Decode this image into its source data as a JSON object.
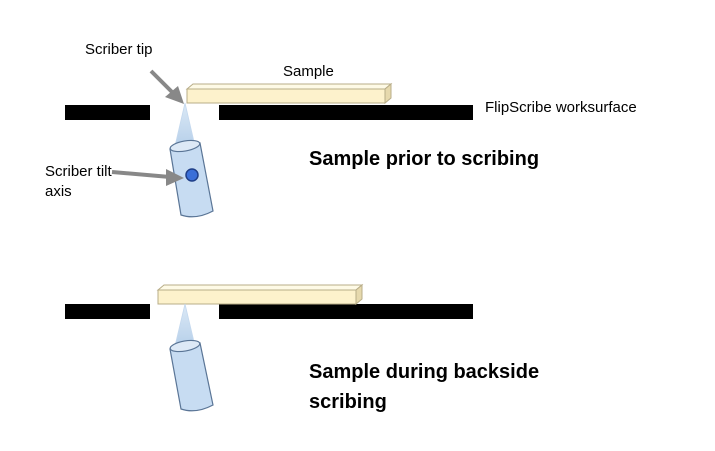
{
  "labels": {
    "scriber_tip": "Scriber tip",
    "sample": "Sample",
    "worksurface": "FlipScribe worksurface",
    "tilt_axis_line1": "Scriber tilt",
    "tilt_axis_line2": "axis"
  },
  "headings": {
    "prior": "Sample prior to scribing",
    "during_line1": "Sample during backside",
    "during_line2": "scribing"
  },
  "colors": {
    "worksurface": "#000000",
    "sample_fill": "#fdf2cc",
    "sample_edge": "#b8ad88",
    "scriber_fill": "#c7dcf2",
    "scriber_edge": "#5a7596",
    "beam": "#cde0f2",
    "tilt_dot": "#3a6fd8",
    "arrow": "#888888"
  }
}
